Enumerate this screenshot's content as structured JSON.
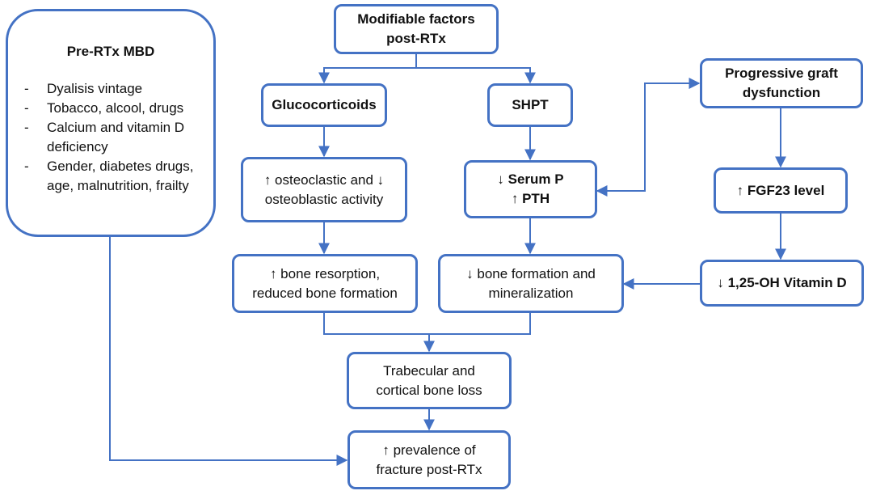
{
  "nodes": {
    "pre_rtx": {
      "title": "Pre-RTx MBD",
      "items": [
        "Dyalisis vintage",
        "Tobacco, alcool, drugs",
        "Calcium and vitamin D deficiency",
        "Gender, diabetes drugs, age, malnutrition, frailty"
      ]
    },
    "modifiable": [
      "Modifiable  factors",
      "post-RTx"
    ],
    "glucocorticoids": [
      "Glucocorticoids"
    ],
    "shpt": [
      "SHPT"
    ],
    "progressive": [
      "Progressive graft",
      "dysfunction"
    ],
    "osteoclastic": [
      "↑ osteoclastic and ↓",
      "osteoblastic activity"
    ],
    "serum": [
      "↓ Serum P",
      "↑ PTH"
    ],
    "fgf23": [
      "↑ FGF23 level"
    ],
    "resorption": [
      "↑ bone resorption,",
      "reduced bone formation"
    ],
    "formation": [
      "↓ bone formation and",
      "mineralization"
    ],
    "vitamin_d": [
      "↓ 1,25-OH Vitamin D"
    ],
    "trabecular": [
      "Trabecular and",
      "cortical bone loss"
    ],
    "prevalence": [
      "↑ prevalence of",
      "fracture post-RTx"
    ]
  },
  "colors": {
    "stroke": "#4472c4",
    "text": "#111111"
  }
}
